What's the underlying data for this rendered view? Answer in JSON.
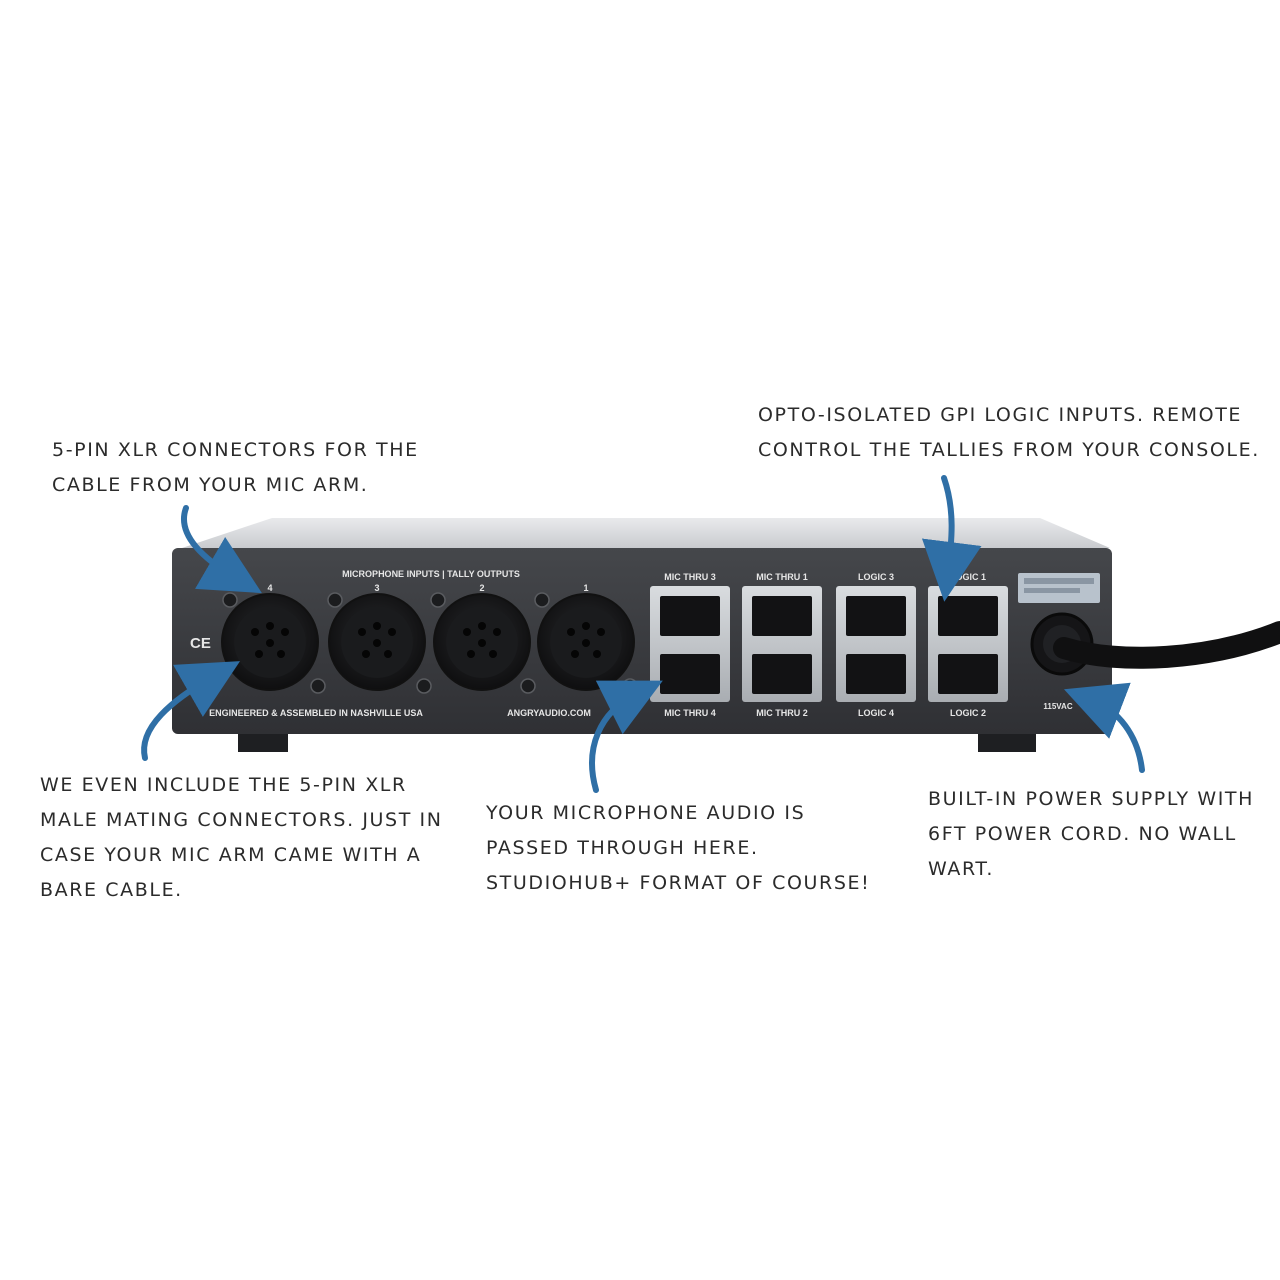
{
  "annotations": {
    "xlr_connectors": [
      "5-PIN XLR CONNECTORS FOR THE",
      "CABLE FROM YOUR MIC ARM."
    ],
    "gpi_logic": [
      "OPTO-ISOLATED GPI LOGIC INPUTS. REMOTE",
      "CONTROL THE TALLIES FROM YOUR CONSOLE."
    ],
    "mating_connectors": [
      "WE EVEN INCLUDE THE 5-PIN XLR",
      "MALE MATING CONNECTORS. JUST IN",
      "CASE YOUR MIC ARM CAME WITH A",
      "BARE CABLE."
    ],
    "mic_passthrough": [
      "YOUR MICROPHONE AUDIO IS",
      "PASSED THROUGH HERE.",
      "STUDIOHUB+ FORMAT OF COURSE!"
    ],
    "power_supply": [
      "BUILT-IN POWER SUPPLY WITH",
      "6FT POWER CORD. NO WALL",
      "WART."
    ]
  },
  "panel": {
    "header": "MICROPHONE INPUTS | TALLY OUTPUTS",
    "xlr_numbers": [
      "4",
      "3",
      "2",
      "1"
    ],
    "ce_mark": "CE",
    "footer_left": "ENGINEERED & ASSEMBLED IN NASHVILLE USA",
    "footer_right": "ANGRYAUDIO.COM",
    "rj45_top_labels": [
      "MIC THRU 3",
      "MIC THRU 1",
      "LOGIC 3",
      "LOGIC 1"
    ],
    "rj45_bottom_labels": [
      "MIC THRU 4",
      "MIC THRU 2",
      "LOGIC 4",
      "LOGIC 2"
    ],
    "power_label": "115VAC"
  },
  "colors": {
    "arrow": "#2f6fa6",
    "chassis": "#3a3c40",
    "port_metal": "#c9ccd0"
  }
}
